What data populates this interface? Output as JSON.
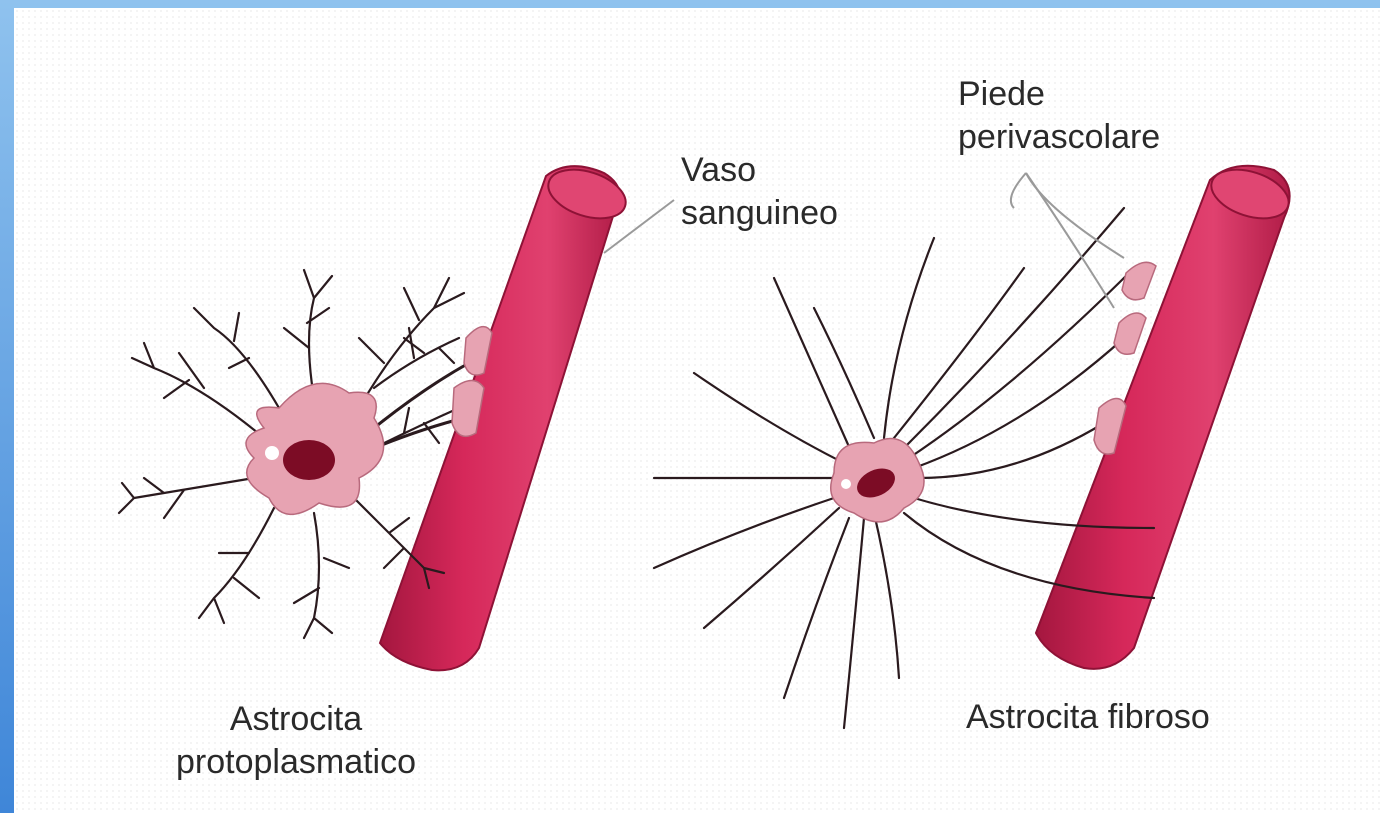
{
  "labels": {
    "vessel": [
      "Vaso",
      "sanguineo"
    ],
    "perivascular_foot": [
      "Piede",
      "perivascolare"
    ],
    "protoplasmic": [
      "Astrocita",
      "protoplasmatico"
    ],
    "fibrous": [
      "Astrocita fibroso"
    ]
  },
  "colors": {
    "frame_blue": "#5a9de3",
    "vessel_red": "#d6285a",
    "vessel_dark": "#a4173f",
    "cell_pink": "#e7a3b2",
    "nucleus": "#7c0c25",
    "branch": "#2a1a1e",
    "leader_line": "#9a9a9a"
  }
}
